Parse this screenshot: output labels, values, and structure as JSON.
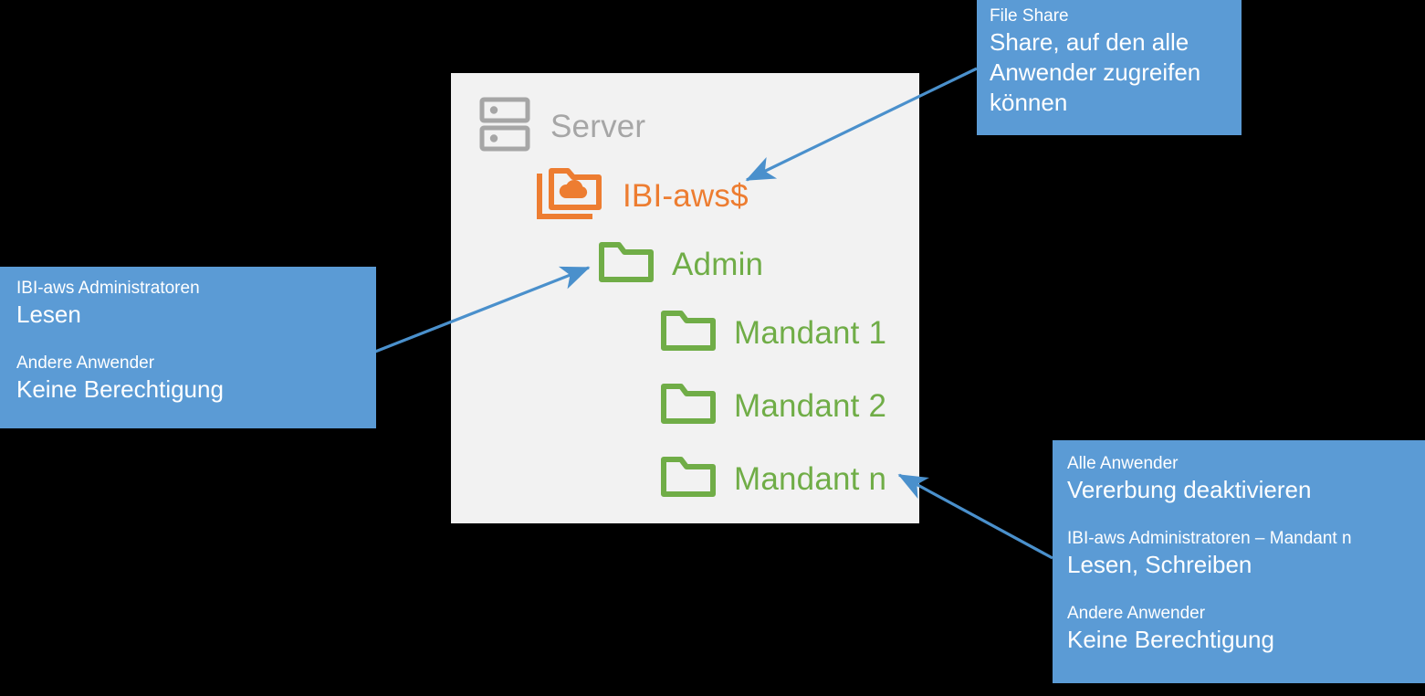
{
  "diagram": {
    "title": "Server file share permission structure",
    "colors": {
      "panel_background": "#F2F2F2",
      "server_grey": "#A6A6A6",
      "share_orange": "#ED7D31",
      "folder_green": "#70AD47",
      "callout_blue": "#5B9BD5",
      "callout_text": "#FFFFFF",
      "arrow_blue": "#4A90CC",
      "page_background": "#000000"
    }
  },
  "tree": {
    "server": {
      "label": "Server",
      "icon": "server-icon"
    },
    "share": {
      "label": "IBI-aws$",
      "icon": "cloud-folder-icon"
    },
    "admin": {
      "label": "Admin",
      "icon": "folder-icon"
    },
    "mandanten": [
      {
        "label": "Mandant 1",
        "icon": "folder-icon"
      },
      {
        "label": "Mandant 2",
        "icon": "folder-icon"
      },
      {
        "label": "Mandant n",
        "icon": "folder-icon"
      }
    ]
  },
  "callouts": {
    "fileshare": {
      "heading": "File Share",
      "body": "Share, auf den alle Anwender zugreifen können"
    },
    "admin": {
      "group1_label": "IBI-aws Administratoren",
      "group1_value": "Lesen",
      "group2_label": "Andere Anwender",
      "group2_value": "Keine Berechtigung"
    },
    "mandant": {
      "group1_label": "Alle Anwender",
      "group1_value": "Vererbung deaktivieren",
      "group2_label": "IBI-aws Administratoren – Mandant n",
      "group2_value": "Lesen, Schreiben",
      "group3_label": "Andere Anwender",
      "group3_value": "Keine Berechtigung"
    }
  }
}
